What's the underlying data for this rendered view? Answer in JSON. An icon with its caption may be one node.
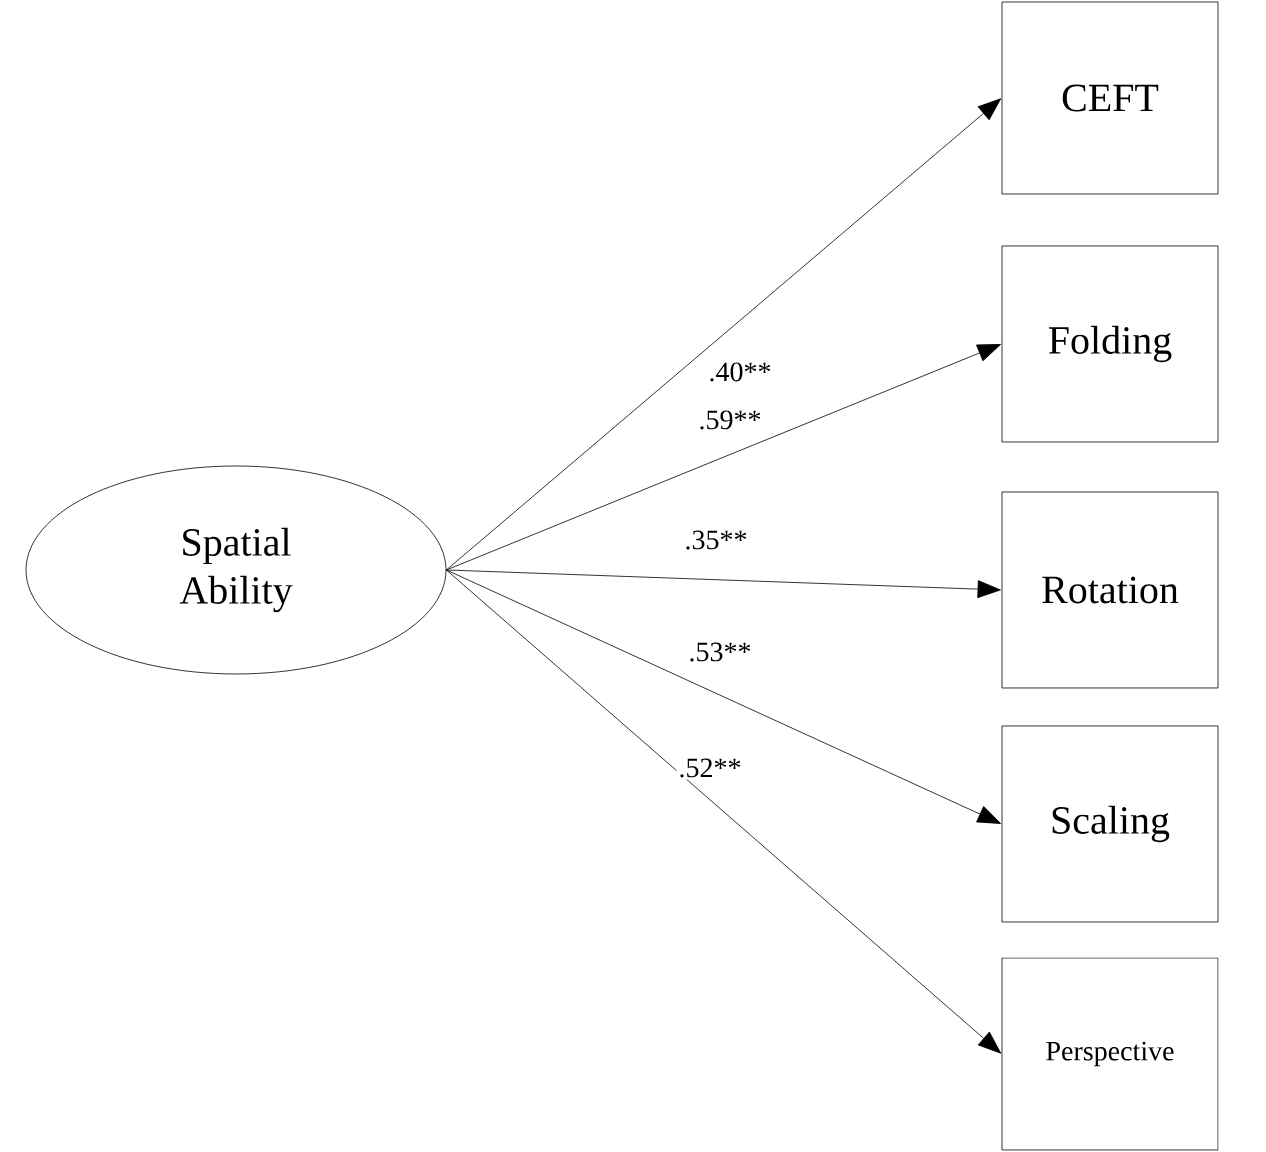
{
  "diagram": {
    "nodes": [
      {
        "text": [
          "Spatial Ability"
        ]
      },
      {
        "text": [
          "CEFT"
        ]
      },
      {
        "text": [
          "Folding"
        ]
      },
      {
        "text": [
          "Rotation"
        ]
      },
      {
        "text": [
          "Scaling"
        ]
      },
      {
        "text": [
          "Perspective"
        ]
      }
    ],
    "edges": [
      {
        "from": 0,
        "to": 1,
        "arrow": "to",
        "label": ".40**"
      },
      {
        "from": 0,
        "to": 2,
        "arrow": "to",
        "label": ".59**"
      },
      {
        "from": 0,
        "to": 3,
        "arrow": "to",
        "label": ".35**"
      },
      {
        "from": 0,
        "to": 4,
        "arrow": "to",
        "label": ".53**"
      },
      {
        "from": 0,
        "to": 5,
        "arrow": "to",
        "label": ".52**"
      }
    ]
  }
}
